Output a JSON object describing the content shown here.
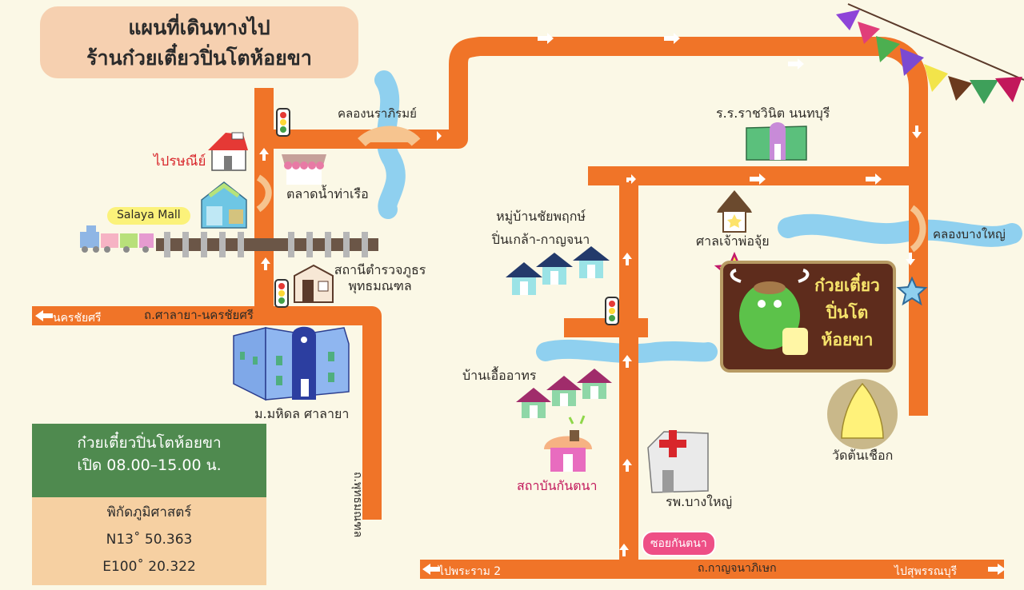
{
  "title": {
    "line1": "แผนที่เดินทางไป",
    "line2": "ร้านก๋วยเตี๋ยวปิ่นโตห้อยขา"
  },
  "info": {
    "shop_name": "ก๋วยเตี๋ยวปิ่นโตห้อยขา",
    "hours": "เปิด 08.00–15.00 น.",
    "coord_label": "พิกัดภูมิศาสตร์",
    "lat": "N13˚ 50.363",
    "lon": "E100˚ 20.322"
  },
  "landmarks": {
    "post_office": "ไปรษณีย์",
    "salaya_mall": "Salaya Mall",
    "tha_ruea_market": "ตลาดน้ำท่าเรือ",
    "police_station_1": "สถานีตำรวจภูธร",
    "police_station_2": "พุทธมณฑล",
    "mahidol": "ม.มหิดล ศาลายา",
    "khlong_narapirom": "คลองนราภิรมย์",
    "rajavinit_school": "ร.ร.ราชวินิต นนทบุรี",
    "chaiyaphruek_1": "หมู่บ้านชัยพฤกษ์",
    "chaiyaphruek_2": "ปิ่นเกล้า-กาญจนา",
    "shrine": "ศาลเจ้าพ่อจุ้ย",
    "khlong_bang_yai": "คลองบางใหญ่",
    "baan_ueaathon": "บ้านเอื้ออาทร",
    "kantana": "สถาบันกันตนา",
    "hospital": "รพ.บางใหญ่",
    "wat_ton_chueak": "วัดต้นเชือก"
  },
  "roads": {
    "nakhon_chaisi": "นครชัยศรี",
    "salaya_nakhonchaisi": "ถ.ศาลายา-นครชัยศรี",
    "phutthamonthon": "ถ.พุทธมณฑล",
    "soi_kantana": "ซอยกันตนา",
    "to_rama2": "ไปพระราม 2",
    "kanchanaphisek": "ถ.กาญจนาภิเษก",
    "to_suphanburi": "ไปสุพรรณบุรี"
  },
  "shop_sign": {
    "line1": "ก๋วยเตี๋ยว",
    "line2": "ปิ่นโต",
    "line3": "ห้อยขา"
  },
  "colors": {
    "background": "#fbf8e6",
    "road": "#f07428",
    "river": "#8fd0ef",
    "sign_bg": "#5e2c1c",
    "info_green": "#4f8a4f",
    "info_tan": "#f6d0a2",
    "pill_pink": "#ee4f86"
  },
  "icons": [
    "traffic-light-icon",
    "arrow-icon",
    "star-icon",
    "house-icon",
    "train-icon",
    "hospital-icon",
    "pennant-bunting-icon"
  ]
}
